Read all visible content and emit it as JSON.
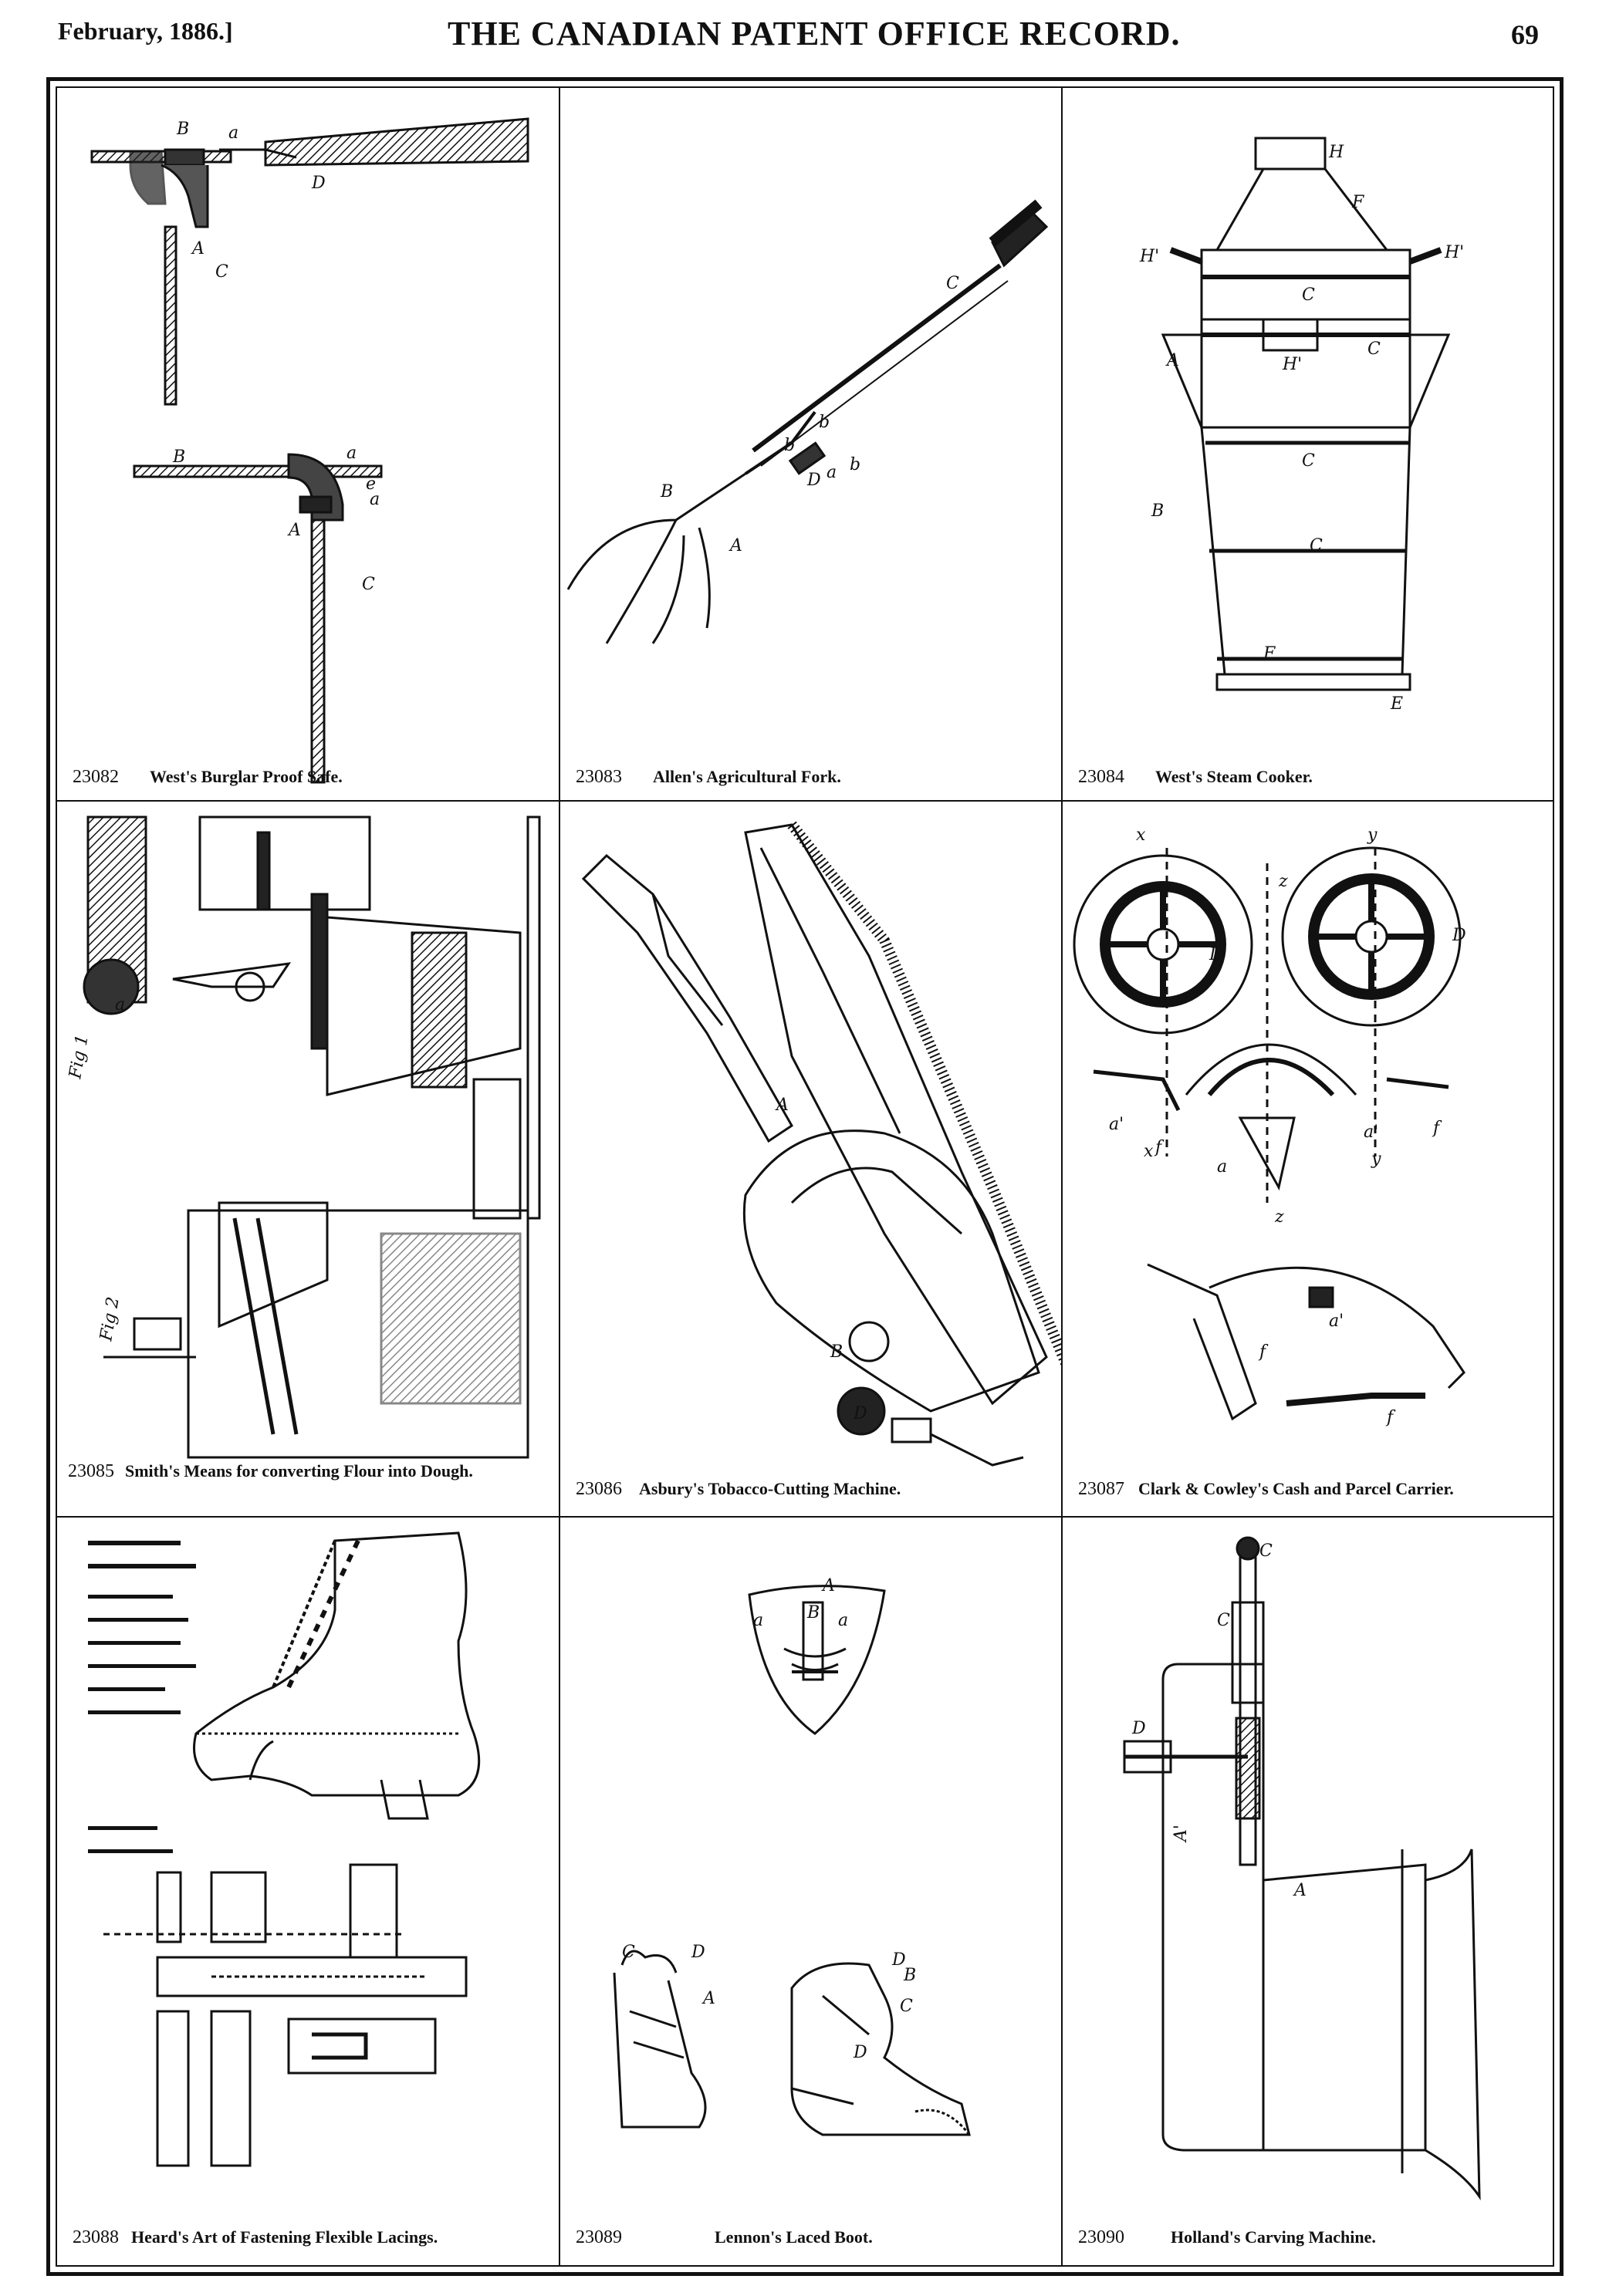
{
  "header": {
    "date": "February, 1886.]",
    "title": "THE CANADIAN PATENT OFFICE RECORD.",
    "page_number": "69"
  },
  "patents": [
    {
      "number": "23082",
      "title": "West's Burglar Proof Safe."
    },
    {
      "number": "23083",
      "title": "Allen's Agricultural Fork."
    },
    {
      "number": "23084",
      "title": "West's Steam Cooker."
    },
    {
      "number": "23085",
      "title": "Smith's Means for converting Flour into Dough."
    },
    {
      "number": "23086",
      "title": "Asbury's Tobacco-Cutting Machine."
    },
    {
      "number": "23087",
      "title": "Clark & Cowley's Cash and Parcel Carrier."
    },
    {
      "number": "23088",
      "title": "Heard's Art of Fastening Flexible Lacings."
    },
    {
      "number": "23089",
      "title": "Lennon's Laced Boot."
    },
    {
      "number": "23090",
      "title": "Holland's Carving Machine."
    }
  ],
  "figure_labels": {
    "safe": [
      "B",
      "a",
      "D",
      "A",
      "C",
      "B",
      "a",
      "e",
      "A",
      "a",
      "C"
    ],
    "fork": [
      "C",
      "B",
      "b",
      "b",
      "D",
      "a",
      "b",
      "A"
    ],
    "cooker": [
      "H",
      "F",
      "H'",
      "H'",
      "A",
      "C",
      "H'",
      "C",
      "C",
      "B",
      "C",
      "F",
      "E"
    ],
    "dough": [
      "a",
      "Fig 1",
      "Fig 2"
    ],
    "tobacco": [
      "A",
      "B",
      "D"
    ],
    "carrier": [
      "x",
      "y",
      "z",
      "D",
      "D",
      "a'",
      "f",
      "a",
      "a'",
      "f",
      "x",
      "y",
      "z",
      "a'",
      "f",
      "f"
    ],
    "boot": [
      "A",
      "a",
      "B",
      "a",
      "C",
      "D",
      "A",
      "D",
      "C",
      "D",
      "B"
    ],
    "carving": [
      "C",
      "C",
      "D",
      "A'",
      "A"
    ]
  }
}
